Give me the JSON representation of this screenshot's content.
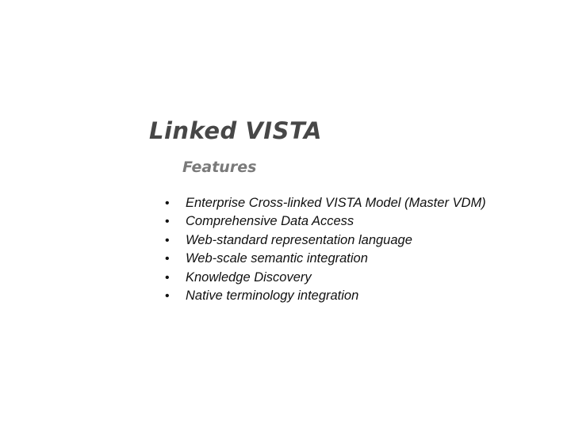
{
  "slide": {
    "title": "Linked VISTA",
    "subtitle": "Features",
    "bullet_glyph": "•",
    "bullets": [
      "Enterprise Cross-linked VISTA Model (Master VDM)",
      "Comprehensive Data Access",
      "Web-standard representation language",
      "Web-scale semantic integration",
      "Knowledge Discovery",
      "Native terminology integration"
    ]
  },
  "colors": {
    "background": "#ffffff",
    "title": "#474747",
    "subtitle": "#7a7a7a",
    "body_text": "#111111"
  }
}
